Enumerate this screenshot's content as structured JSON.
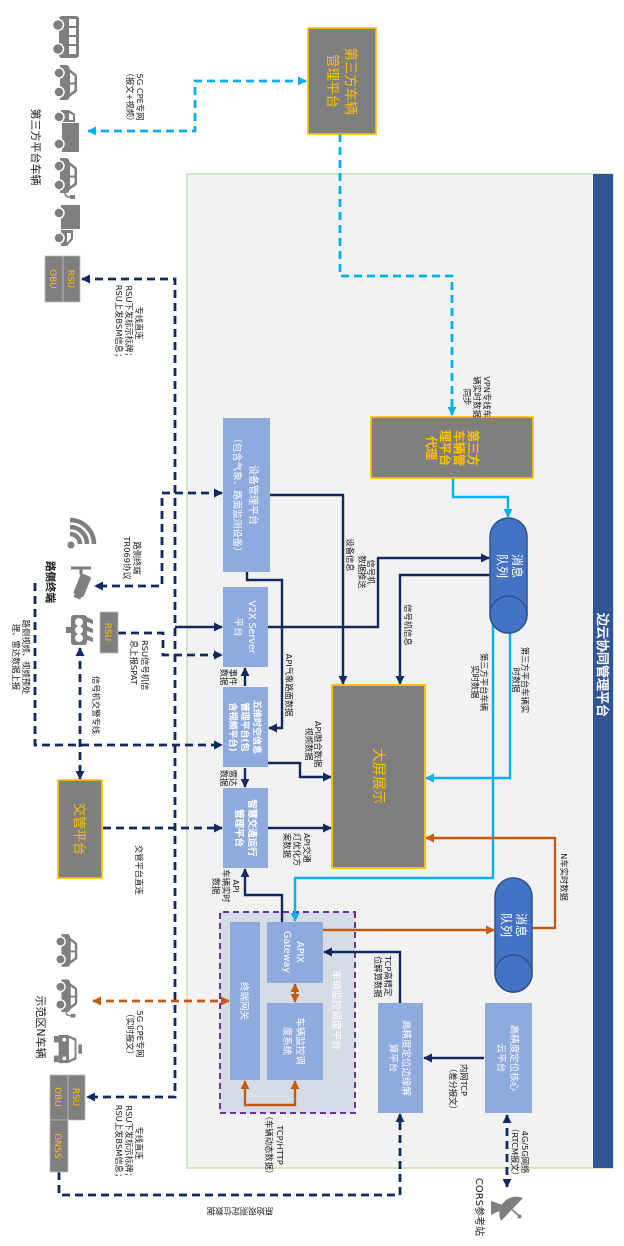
{
  "title": "边云协同管理平台",
  "nodes": {
    "third_party_platform": [
      "第三方车辆",
      "管理平台"
    ],
    "third_party_proxy": [
      "第三方",
      "车辆管",
      "理平台",
      "代理"
    ],
    "message_queue_1": [
      "消息",
      "队列"
    ],
    "message_queue_2": [
      "消息",
      "队列"
    ],
    "device_management": [
      "设备管理平台",
      "（包含气象、路面监测设备）"
    ],
    "v2x_server": [
      "V2X Server",
      "平台"
    ],
    "spatiotemporal_platform": [
      "五维时空信息",
      "管理平台(包",
      "含视频平台)"
    ],
    "smart_traffic": [
      "智慧交通运行",
      "管理平台"
    ],
    "big_screen": [
      "大屏展示"
    ],
    "vehicle_monitoring_platform": "车辆监控调度平台",
    "apix_gateway": [
      "APIX",
      "Gateway"
    ],
    "vehicle_dispatch_system": [
      "车辆监控调",
      "度系统"
    ],
    "terminal_gateway": [
      "终端网关"
    ],
    "hp_positioning_edge": [
      "高精度定位边缘解",
      "算平台"
    ],
    "hp_positioning_core": [
      "高精度定位核心",
      "云平台"
    ],
    "traffic_police_platform": [
      "交管平台"
    ]
  },
  "external": {
    "third_party_vehicles": "第三方平台车辆",
    "demo_zone_vehicles": "示范区N车辆",
    "roadside_terminals": "路侧终端",
    "cors_station": "CORS参考站",
    "rsu": "RSU",
    "obu": "OBU",
    "gnss": "GNSS"
  },
  "links": {
    "cpe_report_video": [
      "5G CPE专网",
      "（报文+视频）"
    ],
    "vpn_sync": [
      "VPN专线车",
      "辆实时数据",
      "同步"
    ],
    "device_info": [
      "设备信息"
    ],
    "api_weather_road": [
      "API气象路面数据"
    ],
    "signal_push": [
      "信号机",
      "数据推送"
    ],
    "signal_info": [
      "信号机信息"
    ],
    "third_party_realtime_a": [
      "第三方平台车辆实",
      "时数据"
    ],
    "third_party_realtime_b": [
      "第三方平台车辆",
      "实时数据"
    ],
    "n_vehicle_realtime": [
      "N车实时数据"
    ],
    "api_fusion_video": [
      "API融合数据",
      "视频数据"
    ],
    "api_signal_optimization": [
      "API交通",
      "灯优化方",
      "案数据"
    ],
    "event_data": [
      "事件",
      "数据"
    ],
    "radar_data": [
      "雷达",
      "数据"
    ],
    "api_vehicle_realtime": [
      "API",
      "车辆实时",
      "数据"
    ],
    "tcp_hp_solution": [
      "TCP高精定",
      "位解算数据"
    ],
    "intranet_tcp": [
      "内网TCP",
      "（差分报文）"
    ],
    "rtcm": [
      "4G/5G网络",
      "（RTCM报文）"
    ],
    "raw_observation": [
      "原始观测定位数据"
    ],
    "rsu_dedicated_top": [
      "专线直连",
      "RSU下发标示标牌；",
      "RSU上发BSM信息；"
    ],
    "rsu_dedicated_bottom": [
      "专线直连",
      "RSU下发标示标牌；",
      "RSU上发BSM信息；"
    ],
    "tr069": [
      "路侧终端",
      "TR069协议"
    ],
    "rsu_spat": [
      "RSU信号机信",
      "息上报SPAT"
    ],
    "signal_police_line": [
      "信号机交警专线"
    ],
    "roadside_video": [
      "路侧视频、视频预处",
      "理、雷达数据上报"
    ],
    "traffic_police_direct": [
      "交管平台直连"
    ],
    "cpe_realtime": [
      "5G CPE专网",
      "（实时报文）"
    ],
    "tcp_http": [
      "TCP/HTTP",
      "（车辆动态数据）"
    ]
  },
  "colors": {
    "navy": "#10295e",
    "blue": "#00b0f0",
    "orange": "#c55a11",
    "purple": "#7030a0",
    "box": "#8faadc",
    "gray": "#7f7f7f",
    "gold": "#ffc000",
    "queue": "#4472c4",
    "title": "#2f5597",
    "panel": "#f2f2f2",
    "panel-edge": "#c5e0b4",
    "container": "#d6dce5"
  }
}
